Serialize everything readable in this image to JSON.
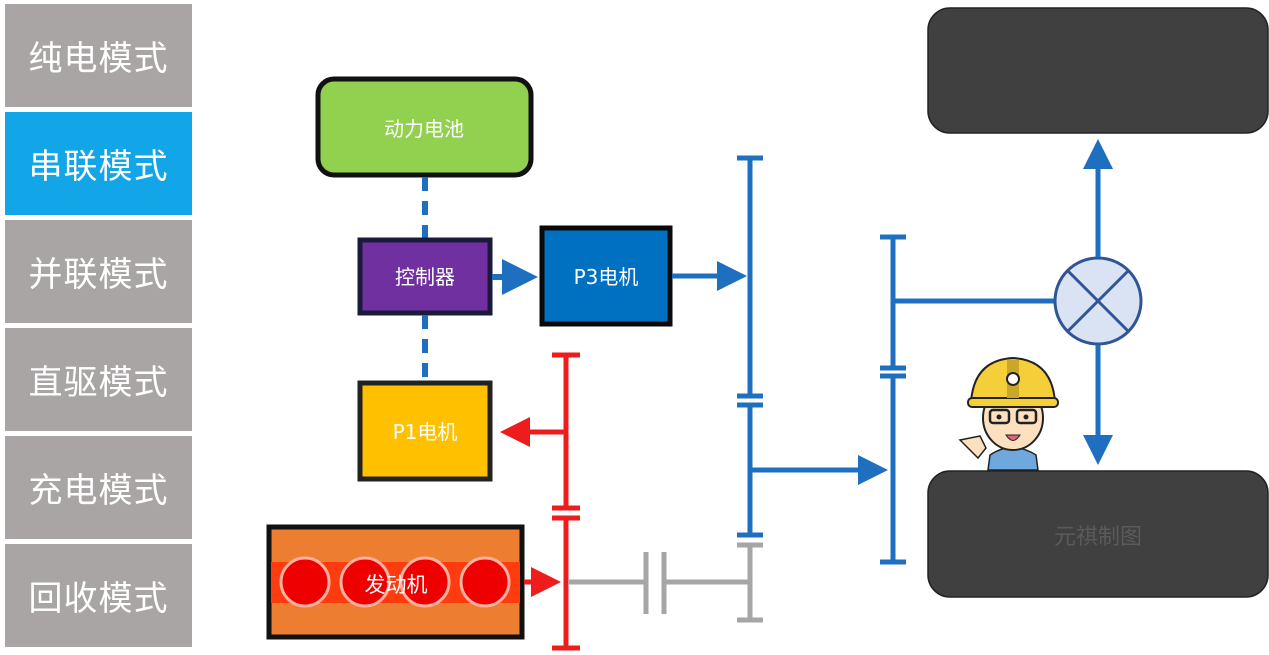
{
  "sidebar": {
    "active_index": 1,
    "items": [
      {
        "label": "纯电模式"
      },
      {
        "label": "串联模式"
      },
      {
        "label": "并联模式"
      },
      {
        "label": "直驱模式"
      },
      {
        "label": "充电模式"
      },
      {
        "label": "回收模式"
      }
    ]
  },
  "diagram": {
    "battery_label": "动力电池",
    "controller_label": "控制器",
    "p3_motor_label": "P3电机",
    "p1_motor_label": "P1电机",
    "engine_label": "发动机",
    "watermark": "元祺制图",
    "differential_icon": "differential-cross-circle",
    "mascot_icon": "engineer-mascot"
  },
  "colors": {
    "mode_inactive": "#a8a5a4",
    "mode_active": "#12a6e8",
    "battery": "#92d050",
    "controller": "#7030a0",
    "p3_motor": "#0070c0",
    "p1_motor": "#ffc000",
    "engine": "#ed7d31",
    "engine_band": "#ff3b10",
    "cylinder": "#ee0000",
    "electric_flow": "#1f6fc0",
    "mechanical_flow_engine": "#ee1c1c",
    "idle_shaft": "#a6a6a6",
    "wheel": "#404040",
    "differential_fill": "#dae3f3",
    "differential_stroke": "#2f5597"
  }
}
